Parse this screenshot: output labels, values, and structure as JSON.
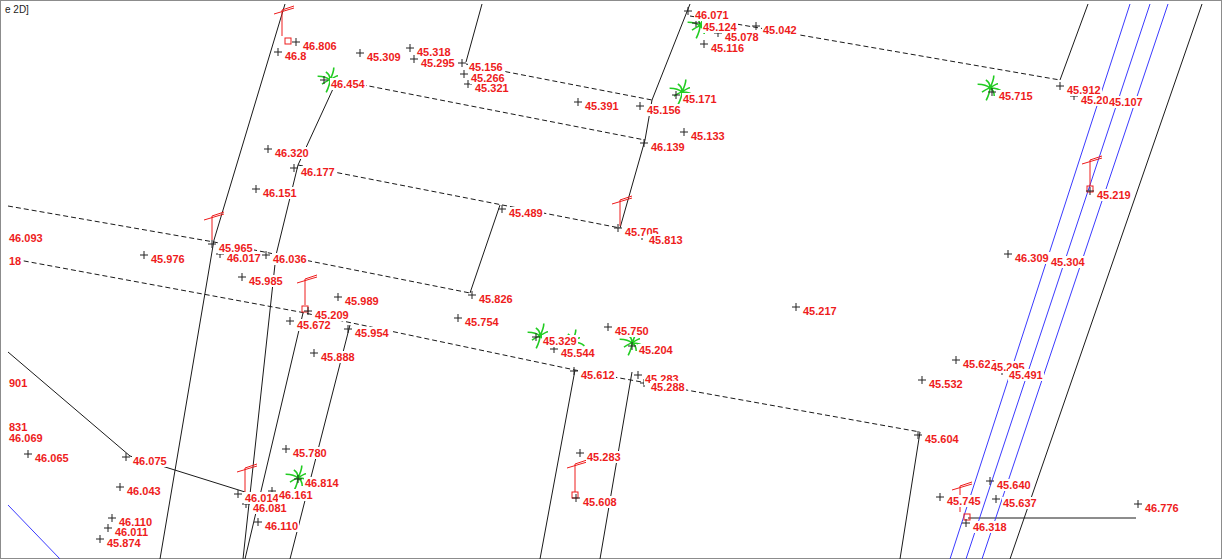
{
  "diagram": {
    "labels": [
      "e 2D]",
      "46.071",
      "45.124",
      "45.078",
      "45.116",
      "45.042",
      "46.806",
      "46.8",
      "45.309",
      "45.318",
      "45.295",
      "45.156",
      "45.266",
      "45.321",
      "45.391",
      "45.171",
      "45.156",
      "45.715",
      "45.912",
      "45.203",
      "45.107",
      "46.454",
      "45.133",
      "46.139",
      "46.320",
      "46.177",
      "46.151",
      "45.219",
      "45.489",
      "45.705",
      "45.813",
      "46.093",
      "45.965",
      "46.017",
      "45.976",
      "46.036",
      "46.309",
      "45.304",
      "18",
      "45.985",
      "45.989",
      "45.826",
      "45.217",
      "45.209",
      "45.672",
      "45.754",
      "45.954",
      "45.750",
      "45.329",
      "45.544",
      "45.204",
      "45.888",
      "45.620",
      "45.295",
      "45.491",
      "45.612",
      "45.283",
      "45.288",
      "45.532",
      "901",
      "45.604",
      "831",
      "46.069",
      "46.065",
      "46.075",
      "45.780",
      "45.283",
      "46.814",
      "46.043",
      "45.640",
      "46.014",
      "46.161",
      "46.081",
      "45.608",
      "45.745",
      "45.637",
      "46.776",
      "46.110",
      "46.011",
      "45.874",
      "46.110",
      "46.318"
    ]
  }
}
